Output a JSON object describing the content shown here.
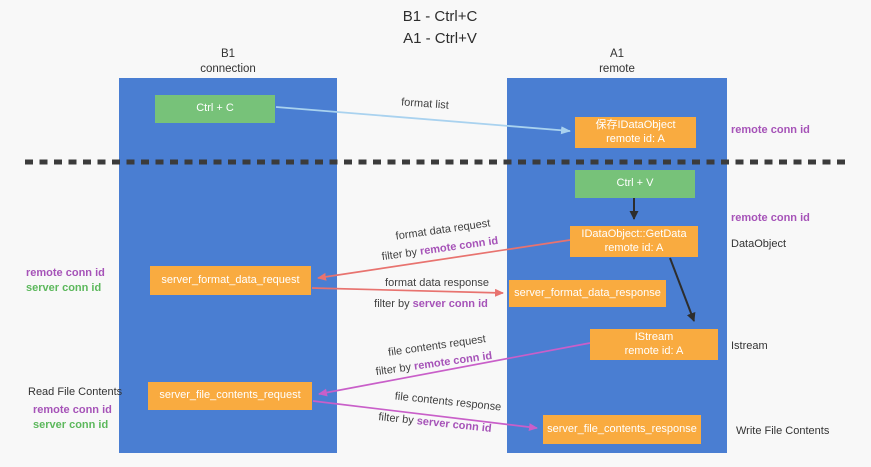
{
  "title": {
    "line1": "B1 - Ctrl+C",
    "line2": "A1 - Ctrl+V"
  },
  "lanes": {
    "b1": {
      "name": "B1",
      "role": "connection"
    },
    "a1": {
      "name": "A1",
      "role": "remote"
    }
  },
  "boxes": {
    "ctrl_c": {
      "label": "Ctrl + C"
    },
    "save_dataobject": {
      "line1": "保存IDataObject",
      "line2": "remote id: A"
    },
    "ctrl_v": {
      "label": "Ctrl + V"
    },
    "getdata": {
      "line1": "IDataObject::GetData",
      "line2": "remote id: A"
    },
    "server_format_data_request": {
      "label": "server_format_data_request"
    },
    "server_format_data_response": {
      "label": "server_format_data_response"
    },
    "istream": {
      "line1": "IStream",
      "line2": "remote id: A"
    },
    "server_file_contents_request": {
      "label": "server_file_contents_request"
    },
    "server_file_contents_response": {
      "label": "server_file_contents_response"
    }
  },
  "annotations": {
    "format_list": "format list",
    "format_data_request": "format data request",
    "format_data_response": "format data response",
    "file_contents_request": "file contents request",
    "file_contents_response": "file contents response",
    "filter_by": "filter by ",
    "remote_conn_id": "remote conn id",
    "server_conn_id": "server conn id"
  },
  "side_labels": {
    "top_right_remote_conn_id": "remote conn id",
    "ctrlv_remote_conn_id": "remote conn id",
    "dataobject": "DataObject",
    "istream": "Istream",
    "write_file_contents": "Write File Contents",
    "format_left": {
      "remote": "remote conn id",
      "server": "server conn id"
    },
    "file_left": {
      "title": "Read File Contents",
      "remote": "remote conn id",
      "server": "server conn id"
    }
  },
  "colors": {
    "lane_blue": "#4a7ed2",
    "box_orange": "#f9ab40",
    "box_green": "#77c279",
    "arrow_lightblue": "#a9d2ef",
    "arrow_red": "#e8736f",
    "arrow_magenta": "#c95fc9",
    "arrow_black": "#2d2d2d",
    "divider_dark": "#3b3b3b",
    "text_purple": "#a653b8",
    "text_green": "#5cb85c"
  }
}
